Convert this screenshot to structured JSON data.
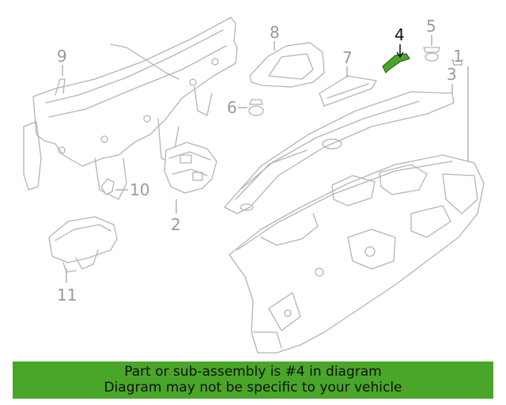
{
  "callouts": {
    "c1": "1",
    "c2": "2",
    "c3": "3",
    "c4": "4",
    "c5": "5",
    "c6": "6",
    "c7": "7",
    "c8": "8",
    "c9": "9",
    "c10": "10",
    "c11": "11"
  },
  "highlight": {
    "part": "4",
    "color": "#4aa629"
  },
  "banner": {
    "line1": "Part or sub-assembly is #4 in diagram",
    "line2": "Diagram may not be specific to your vehicle",
    "color": "#4aa629"
  }
}
